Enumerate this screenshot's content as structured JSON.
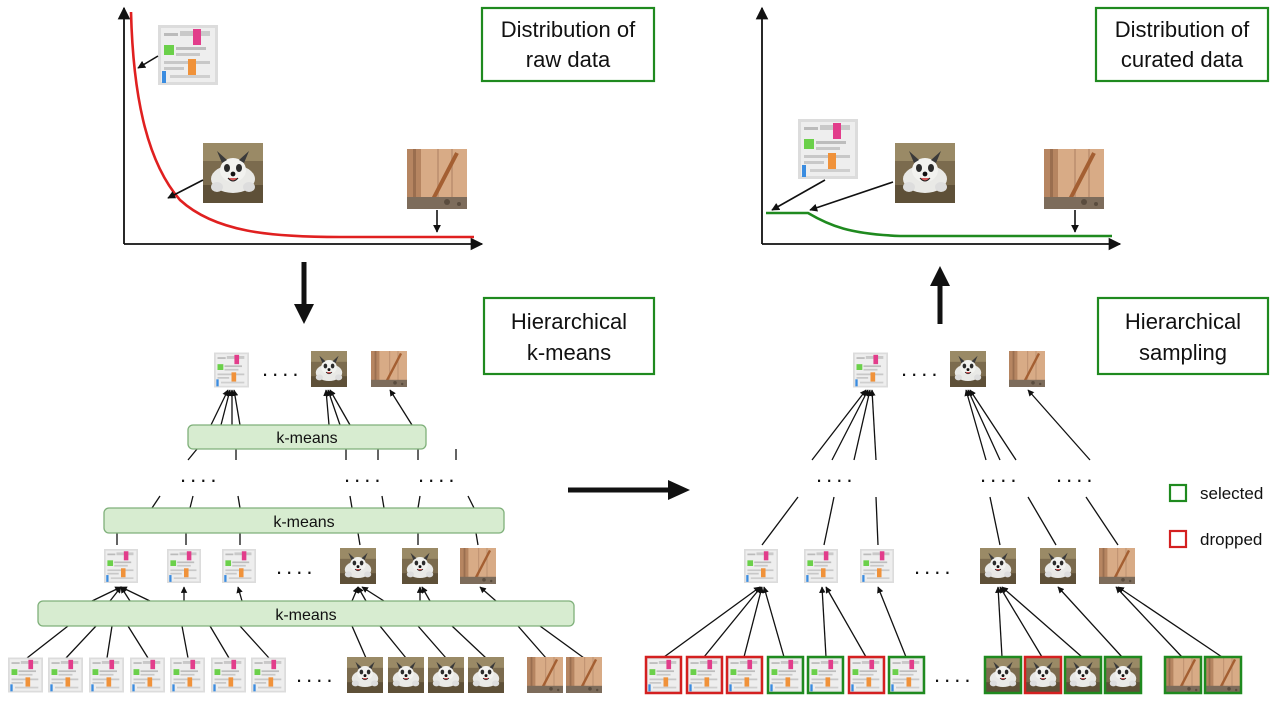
{
  "labels": {
    "raw_title_1": "Distribution of",
    "raw_title_2": "raw data",
    "cur_title_1": "Distribution of",
    "cur_title_2": "curated data",
    "hkm_1": "Hierarchical",
    "hkm_2": "k-means",
    "hs_1": "Hierarchical",
    "hs_2": "sampling",
    "kmeans_bar": "k-means",
    "ellipsis": "....",
    "legend_selected": "selected",
    "legend_dropped": "dropped"
  },
  "colors": {
    "raw_curve": "#e02020",
    "curated_curve": "#1f8a1f",
    "box_border": "#1f8a1f",
    "kmeans_fill": "#d7ecd0",
    "kmeans_stroke": "#7fb07a",
    "selected": "#1f8a1f",
    "dropped": "#d42020"
  },
  "icons": [
    "document-thumbnail-icon",
    "dog-photo-icon",
    "wooden-gate-photo-icon"
  ]
}
